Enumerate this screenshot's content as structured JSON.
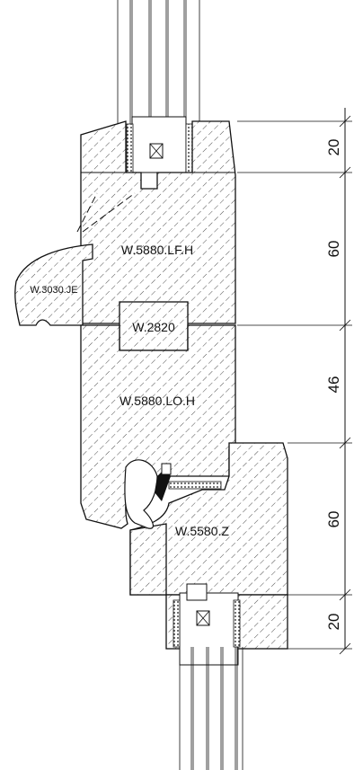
{
  "labels": {
    "upper_sash": "W.5880.LF.H",
    "sill_profile": "W.3030.JE",
    "reinforcement": "W.2820",
    "lower_sash": "W.5880.LO.H",
    "frame": "W.5580.Z"
  },
  "dimensions": [
    "20",
    "60",
    "46",
    "60",
    "20"
  ]
}
